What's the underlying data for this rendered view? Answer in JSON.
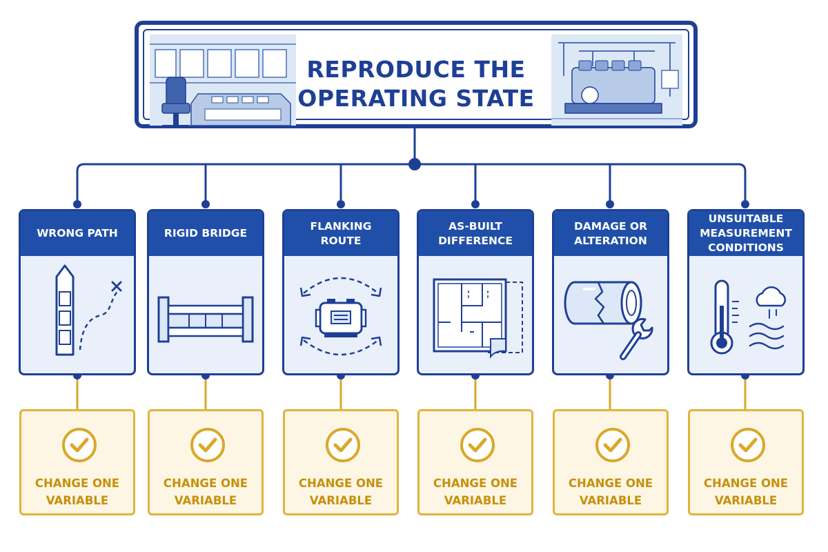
{
  "title": {
    "line1": "REPRODUCE THE",
    "line2": "OPERATING STATE",
    "left_image": "ship-bridge-illustration",
    "right_image": "engine-room-illustration"
  },
  "colors": {
    "navy": "#1e3f96",
    "header_blue": "#1f4fa8",
    "card_fill": "#e9f0fa",
    "gold": "#d9a82a",
    "gold_text": "#c6900c",
    "result_fill": "#fdf6e4"
  },
  "categories": [
    {
      "label": "WRONG PATH",
      "icon": "ship-route-icon"
    },
    {
      "label": "RIGID BRIDGE",
      "icon": "rigid-bridge-icon"
    },
    {
      "label": "FLANKING ROUTE",
      "icon": "machine-flanking-icon"
    },
    {
      "label": "AS-BUILT DIFFERENCE",
      "icon": "floor-plan-icon"
    },
    {
      "label": "DAMAGE OR\nALTERATION",
      "icon": "cracked-pipe-wrench-icon"
    },
    {
      "label": "UNSUITABLE\nMEASUREMENT\nCONDITIONS",
      "icon": "thermometer-weather-icon"
    }
  ],
  "results": [
    {
      "line1": "CHANGE ONE",
      "line2": "VARIABLE",
      "icon": "check-circle-icon"
    },
    {
      "line1": "CHANGE ONE",
      "line2": "VARIABLE",
      "icon": "check-circle-icon"
    },
    {
      "line1": "CHANGE ONE",
      "line2": "VARIABLE",
      "icon": "check-circle-icon"
    },
    {
      "line1": "CHANGE ONE",
      "line2": "VARIABLE",
      "icon": "check-circle-icon"
    },
    {
      "line1": "CHANGE ONE",
      "line2": "VARIABLE",
      "icon": "check-circle-icon"
    },
    {
      "line1": "CHANGE ONE",
      "line2": "VARIABLE",
      "icon": "check-circle-icon"
    }
  ]
}
